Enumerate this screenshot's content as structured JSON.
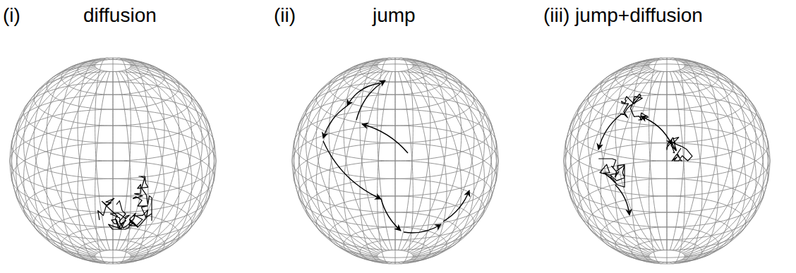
{
  "diagram": {
    "labels": [
      "(i)",
      "diffusion",
      "(ii)",
      "jump",
      "(iii) jump+diffusion"
    ]
  }
}
